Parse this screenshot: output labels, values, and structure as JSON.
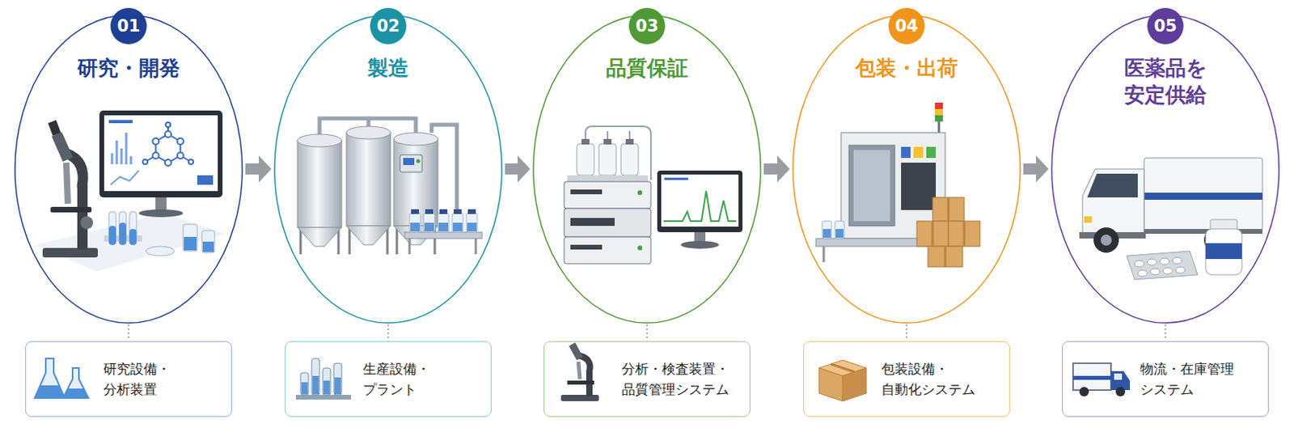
{
  "diagram": {
    "nodes": [
      {
        "text": [
          "01",
          "研究・開発"
        ]
      },
      {
        "text": [
          "02",
          "製造"
        ]
      },
      {
        "text": [
          "03",
          "品質保証"
        ]
      },
      {
        "text": [
          "04",
          "包装・出荷"
        ]
      },
      {
        "text": [
          "05",
          "医薬品を 安定供給"
        ]
      },
      {
        "text": [
          "研究設備・ 分析装置"
        ]
      },
      {
        "text": [
          "生産設備・ プラント"
        ]
      },
      {
        "text": [
          "分析・検査装置・ 品質管理システム"
        ]
      },
      {
        "text": [
          "包装設備・ 自動化システム"
        ]
      },
      {
        "text": [
          "物流・在庫管理 システム"
        ]
      }
    ],
    "edges": [
      {
        "from": 0,
        "to": 1,
        "arrow": "to"
      },
      {
        "from": 1,
        "to": 2,
        "arrow": "to"
      },
      {
        "from": 2,
        "to": 3,
        "arrow": "to"
      },
      {
        "from": 3,
        "to": 4,
        "arrow": "to"
      },
      {
        "from": 0,
        "to": 5,
        "arrow": "none"
      },
      {
        "from": 1,
        "to": 6,
        "arrow": "none"
      },
      {
        "from": 2,
        "to": 7,
        "arrow": "none"
      },
      {
        "from": 3,
        "to": 8,
        "arrow": "none"
      },
      {
        "from": 4,
        "to": 9,
        "arrow": "none"
      }
    ]
  }
}
